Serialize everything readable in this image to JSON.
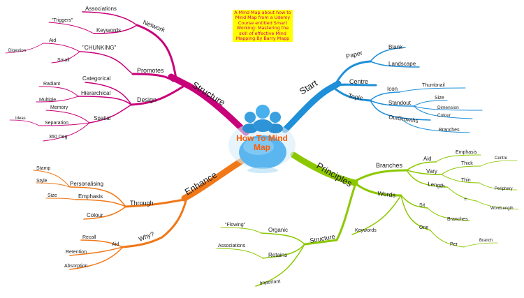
{
  "note_text": "A Mind Map about how to Mind Map from a Udemy Course entitled Smart Working: Mastering the skill of effective Mind Mapping By Barry Mapp",
  "center": {
    "title": "How To Mind Map"
  },
  "colors": {
    "structure": "#c8007a",
    "start": "#1e8fd8",
    "principles": "#8cc800",
    "enhance": "#f07818",
    "note_bg": "#ffff00",
    "note_text": "#d8006f",
    "title": "#ff5a00"
  },
  "branches": {
    "structure": {
      "label": "Structure",
      "network": {
        "label": "Network",
        "associations": "Associations",
        "keywords": "Keywords",
        "triggers": "\"Triggers\""
      },
      "promotes": {
        "label": "Promotes",
        "chunking": "\"CHUNKING\"",
        "aid": "Aid",
        "digestion": "Digestion",
        "small": "Small"
      },
      "design": {
        "label": "Design",
        "categorical": "Categorical",
        "hierarchical": "Hierarchical",
        "radiant": "Radiant",
        "multiple": "Multiple",
        "spatial": "Spatial",
        "memory": "Memory",
        "separation": "Separation",
        "ideas": "Ideas",
        "deg360": "360 Deg"
      }
    },
    "start": {
      "label": "Start",
      "paper": {
        "label": "Paper",
        "blank": "Blank",
        "landscape": "Landscape"
      },
      "centre": "Centre",
      "topic": {
        "label": "Topic",
        "icon": "Icon",
        "thumbnail": "Thumbnail",
        "standout": "Standout",
        "size": "Size",
        "dimension": "Dimension",
        "colour": "Colour",
        "outgrowths": "OutGrowths",
        "branches": "Branches"
      }
    },
    "principles": {
      "label": "Principles",
      "branches": {
        "label": "Branches",
        "aid": "Aid",
        "emphasis": "Emphasis",
        "vary": "Vary",
        "thick": "Thick",
        "centre": "Centre",
        "thin": "Thin",
        "periphery": "Periphery",
        "length": "Length",
        "equals": "=",
        "wordlength": "WordLength"
      },
      "words": {
        "label": "Words",
        "keywords": "Keywords",
        "sit": "Sit",
        "branches": "Branches",
        "one": "One",
        "per": "Per",
        "branch": "Branch"
      },
      "structure": {
        "label": "Structure",
        "organic": "Organic",
        "flowing": "\"Flowing\"",
        "retains": "Retains",
        "associations": "Associations",
        "important": "Important"
      }
    },
    "enhance": {
      "label": "Enhance",
      "through": {
        "label": "Through",
        "personalising": "Personalising",
        "stamp": "Stamp",
        "style": "Style",
        "emphasis": "Emphasis",
        "size": "Size",
        "colour": "Colour"
      },
      "why": {
        "label": "Why?",
        "aid": "Aid",
        "recall": "Recall",
        "retention": "Retention",
        "absorption": "Absorption"
      }
    }
  }
}
